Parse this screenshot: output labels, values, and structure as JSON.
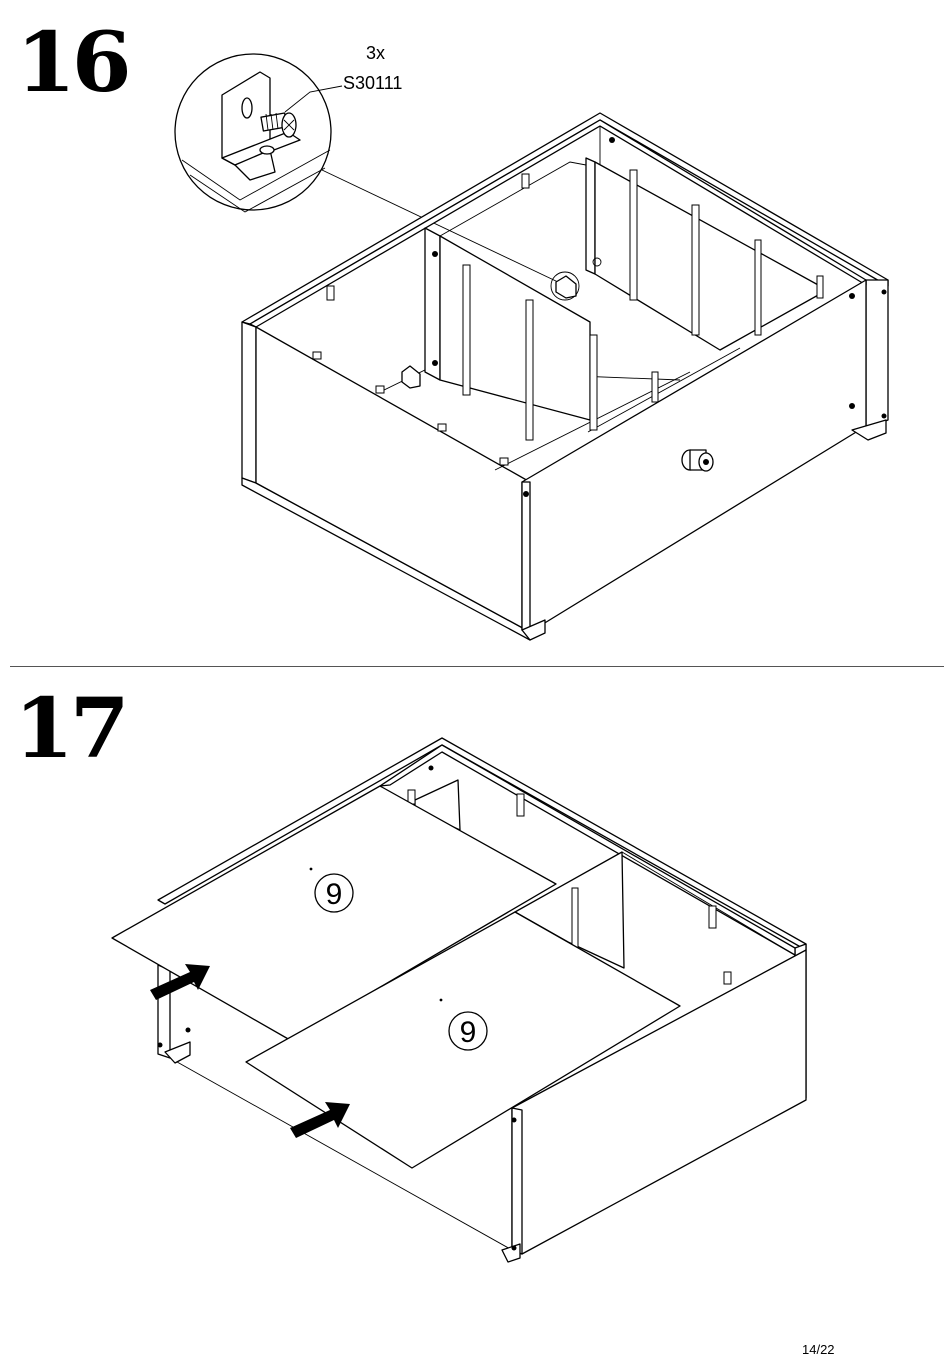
{
  "step16": {
    "number": "16",
    "quantity": "3x",
    "part_code": "S30111"
  },
  "step17": {
    "number": "17",
    "panel_label_left": "9",
    "panel_label_right": "9"
  },
  "footer": {
    "page": "14/22"
  },
  "icons": [
    "corner-bracket-icon",
    "screw-icon",
    "push-arrow-icon"
  ]
}
